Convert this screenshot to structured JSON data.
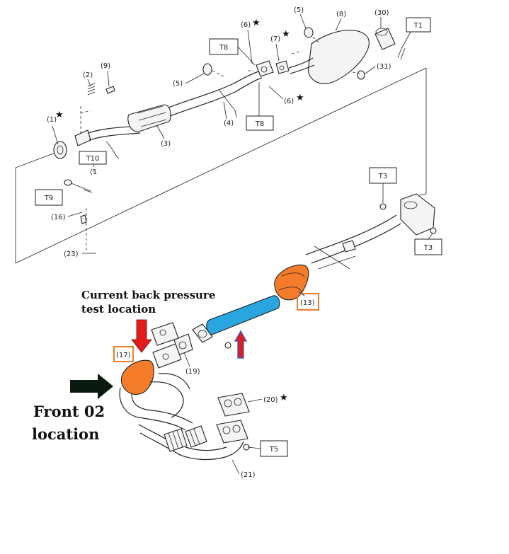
{
  "callouts": {
    "p1": "(1)",
    "p2": "(2)",
    "p3": "(3)",
    "p4": "(4)",
    "p5a": "(5)",
    "p5b": "(5)",
    "p6a": "(6)",
    "p6b": "(6)",
    "p7": "(7)",
    "p8": "(8)",
    "p9": "(9)",
    "p13": "(13)",
    "p16": "(16)",
    "p17": "(17)",
    "p19": "(19)",
    "p20": "(20)",
    "p21": "(21)",
    "p23": "(23)",
    "p30": "(30)",
    "p31": "(31)",
    "p_cut": "(1"
  },
  "star": "★",
  "torque": {
    "t1": "T1",
    "t3a": "T3",
    "t3b": "T3",
    "t5": "T5",
    "t8a": "T8",
    "t8b": "T8",
    "t9": "T9",
    "t10": "T10"
  },
  "annotations": {
    "back_pressure_line1": "Current back pressure",
    "back_pressure_line2": "test location",
    "front_o2_line1": "Front 02",
    "front_o2_line2": "location"
  },
  "colors": {
    "highlight_orange": "#F47B2A",
    "front_pipe_blue": "#29A6E0",
    "marker_red": "#E21B1B",
    "marker_blue": "#3D5FC9",
    "arrow_black": "#0B1A10"
  }
}
